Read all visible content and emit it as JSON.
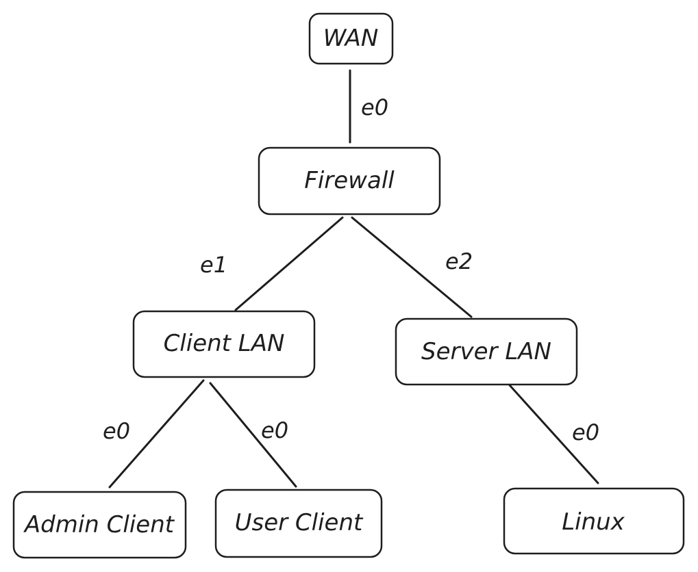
{
  "diagram": {
    "nodes": {
      "wan": {
        "label": "WAN"
      },
      "firewall": {
        "label": "Firewall"
      },
      "client_lan": {
        "label": "Client LAN"
      },
      "server_lan": {
        "label": "Server LAN"
      },
      "admin_client": {
        "label": "Admin Client"
      },
      "user_client": {
        "label": "User Client"
      },
      "linux": {
        "label": "Linux"
      }
    },
    "edges": {
      "wan_firewall": {
        "from": "WAN",
        "to": "Firewall",
        "label": "e0"
      },
      "firewall_client_lan": {
        "from": "Firewall",
        "to": "Client LAN",
        "label": "e1"
      },
      "firewall_server_lan": {
        "from": "Firewall",
        "to": "Server LAN",
        "label": "e2"
      },
      "client_lan_admin": {
        "from": "Client LAN",
        "to": "Admin Client",
        "label": "e0"
      },
      "client_lan_user": {
        "from": "Client LAN",
        "to": "User Client",
        "label": "e0"
      },
      "server_lan_linux": {
        "from": "Server LAN",
        "to": "Linux",
        "label": "e0"
      }
    },
    "colors": {
      "stroke": "#1e1e1e",
      "background": "#ffffff"
    }
  }
}
